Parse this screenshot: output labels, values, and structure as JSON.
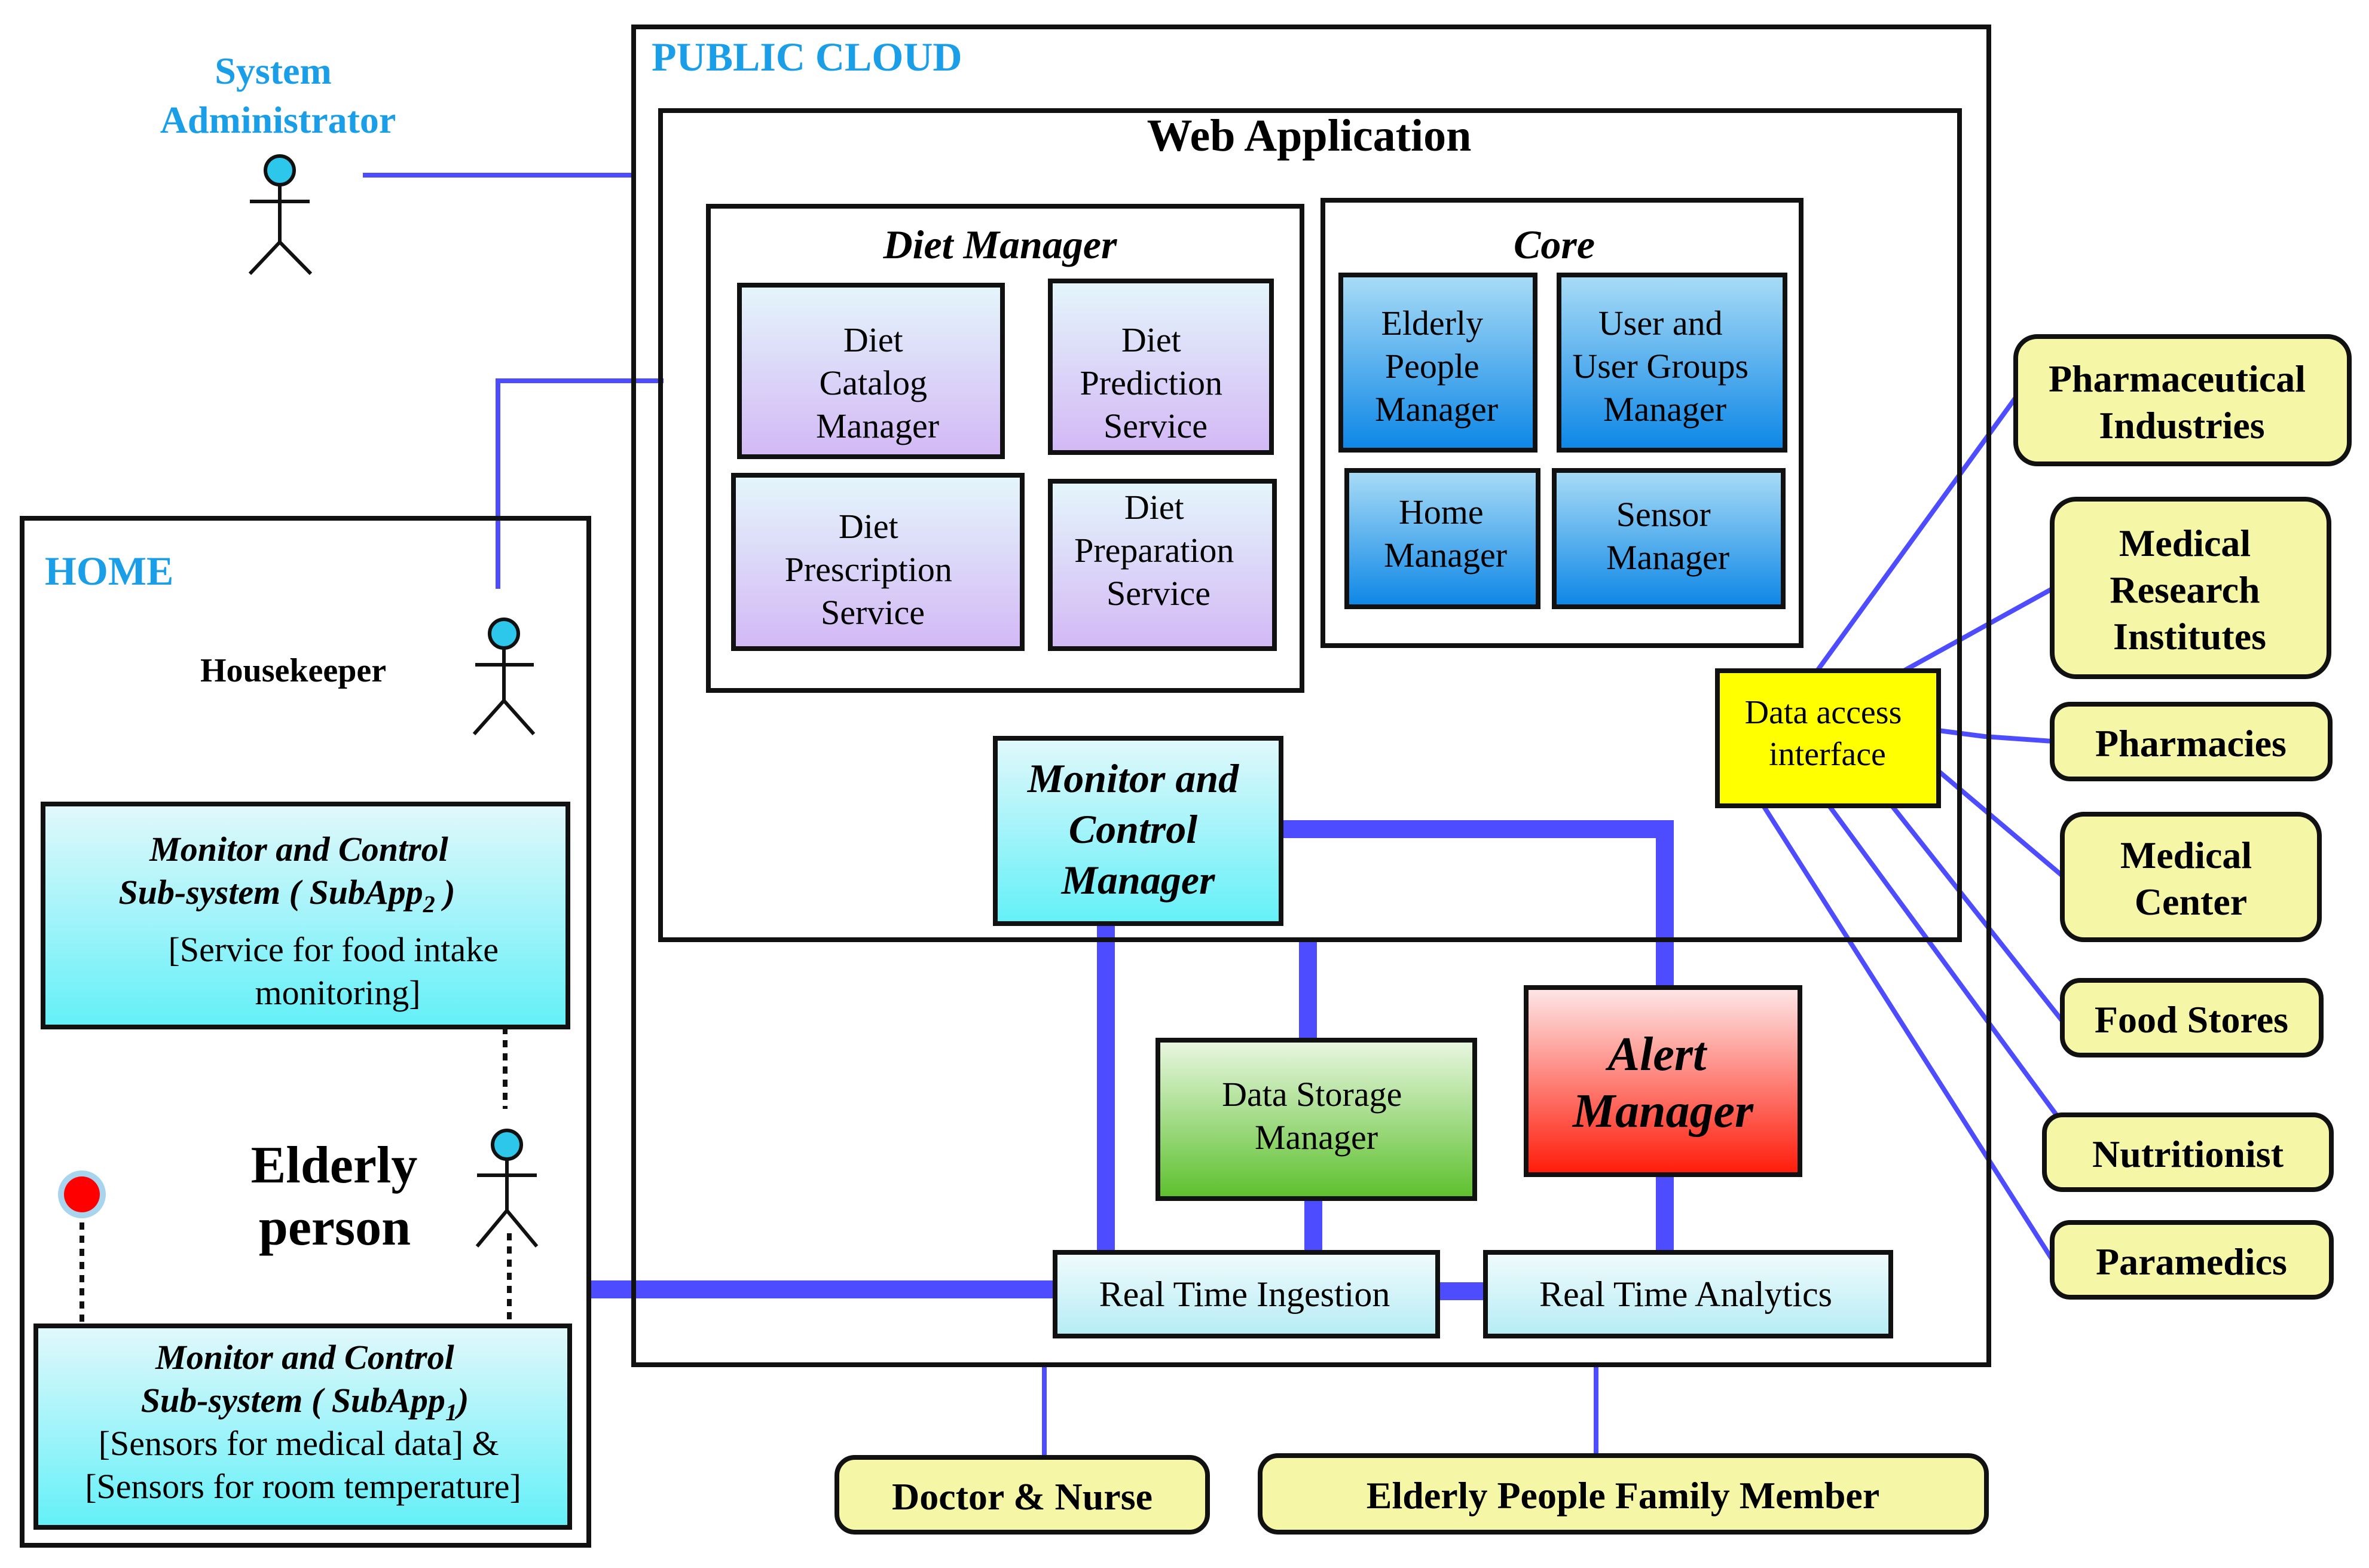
{
  "public_cloud": {
    "label": "PUBLIC CLOUD"
  },
  "home": {
    "label": "HOME"
  },
  "web_app": {
    "title": "Web Application"
  },
  "diet_manager": {
    "title": "Diet Manager",
    "catalog": [
      "Diet",
      "Catalog",
      "Manager"
    ],
    "prediction": [
      "Diet",
      "Prediction",
      "Service"
    ],
    "prescription": [
      "Diet",
      "Prescription",
      "Service"
    ],
    "preparation": [
      "Diet",
      "Preparation",
      "Service"
    ]
  },
  "core": {
    "title": "Core",
    "elderly": [
      "Elderly",
      "People",
      "Manager"
    ],
    "user_groups": [
      "User and",
      "User Groups",
      "Manager"
    ],
    "home_mgr": [
      "Home",
      "Manager"
    ],
    "sensor_mgr": [
      "Sensor",
      "Manager"
    ]
  },
  "monitor_control_manager": [
    "Monitor and",
    "Control",
    "Manager"
  ],
  "data_storage": [
    "Data Storage",
    "Manager"
  ],
  "alert": [
    "Alert",
    "Manager"
  ],
  "ingestion": "Real Time Ingestion",
  "analytics": "Real Time Analytics",
  "data_access": [
    "Data access",
    "interface"
  ],
  "actors": {
    "sysadmin": [
      "System",
      "Administrator"
    ],
    "housekeeper": "Housekeeper",
    "elderly": [
      "Elderly",
      "person"
    ]
  },
  "subapp2": {
    "title": "Monitor and Control",
    "subtitle": "Sub-system ( SubApp",
    "subscript": "2",
    "close": " )",
    "desc": [
      "[Service for food intake",
      "monitoring]"
    ]
  },
  "subapp1": {
    "title": "Monitor and Control",
    "subtitle": "Sub-system  ( SubApp",
    "subscript": "1",
    "close": ")",
    "desc": [
      "[Sensors for medical data] &",
      "[Sensors for room temperature]"
    ]
  },
  "external": {
    "pharma": [
      "Pharmaceutical",
      "Industries"
    ],
    "research": [
      "Medical",
      "Research",
      "Institutes"
    ],
    "pharmacies": "Pharmacies",
    "medical_center": [
      "Medical",
      "Center"
    ],
    "food_stores": "Food Stores",
    "nutritionist": "Nutritionist",
    "paramedics": "Paramedics",
    "doctor": "Doctor & Nurse",
    "family": "Elderly People Family Member"
  },
  "colors": {
    "connector": "#4d4dff",
    "heading_blue": "#1a9ee8",
    "external_fill": "#f5f7a6",
    "data_access_fill": "#ffff00"
  }
}
